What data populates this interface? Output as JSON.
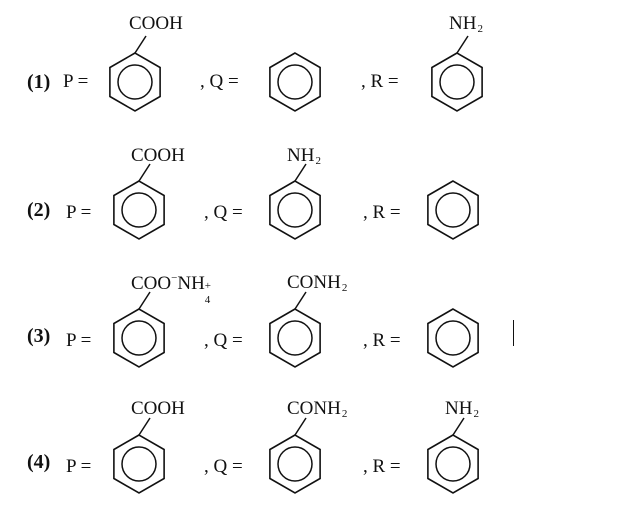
{
  "options": [
    {
      "number": "(1)",
      "p_label": "P =",
      "q_label": ", Q =",
      "r_label": ", R =",
      "p_substituent": "COOH",
      "q_substituent": "",
      "r_substituent": "NH",
      "r_sub_index": "2"
    },
    {
      "number": "(2)",
      "p_label": "P =",
      "q_label": ", Q =",
      "r_label": ", R =",
      "p_substituent": "COOH",
      "q_substituent": "NH",
      "q_sub_index": "2",
      "r_substituent": ""
    },
    {
      "number": "(3)",
      "p_label": "P =",
      "q_label": ", Q =",
      "r_label": ", R =",
      "p_substituent_a": "COO",
      "p_substituent_minus": "−",
      "p_substituent_b": "NH",
      "p_sub_plus": "+",
      "p_sub_index": "4",
      "q_substituent": "CONH",
      "q_sub_index": "2",
      "r_substituent": ""
    },
    {
      "number": "(4)",
      "p_label": "P =",
      "q_label": ", Q =",
      "r_label": ", R =",
      "p_substituent": "COOH",
      "q_substituent": "CONH",
      "q_sub_index": "2",
      "r_substituent": "NH",
      "r_sub_index": "2"
    }
  ]
}
